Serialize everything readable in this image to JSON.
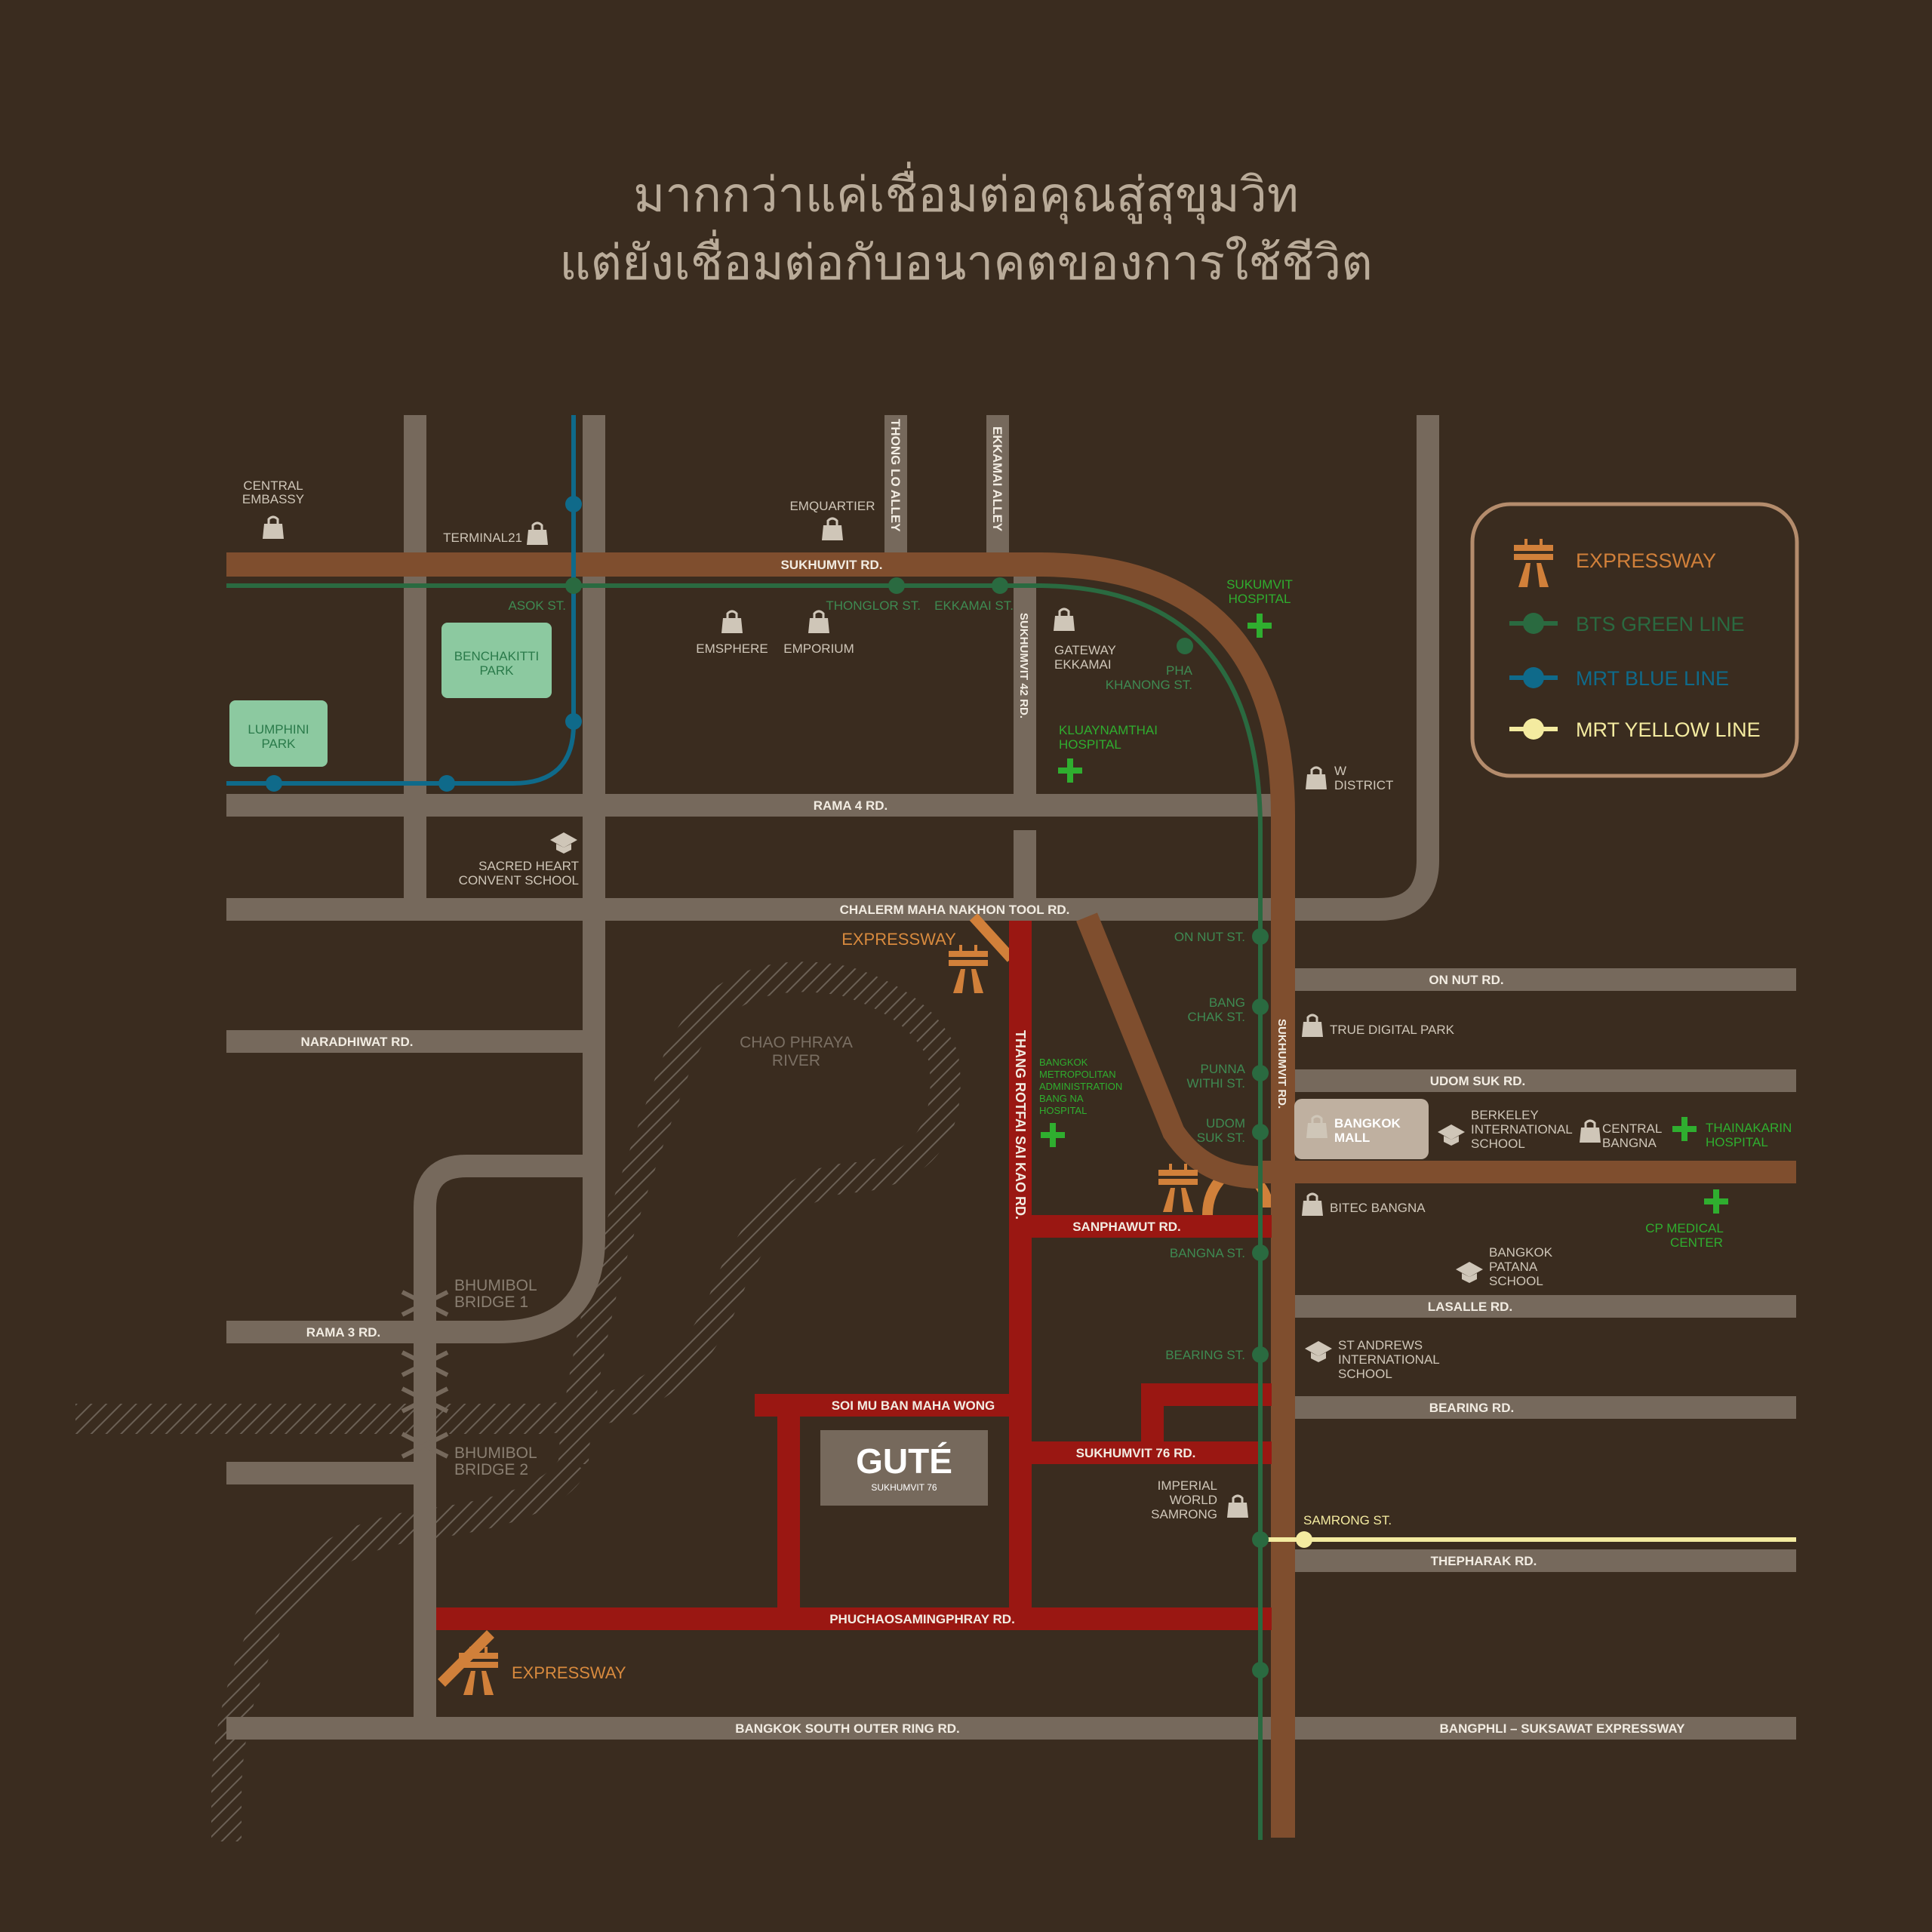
{
  "title": {
    "line1": "มากกว่าแค่เชื่อมต่อคุณสู่สุขุมวิท",
    "line2": "แต่ยังเชื่อมต่อกับอนาคตของการใช้ชีวิต"
  },
  "colors": {
    "background": "#3a2c1f",
    "road": "#76695c",
    "sukhumvit_road": "#7f4e2e",
    "local_road": "#9a1712",
    "bts_green": "#2a6a40",
    "mrt_blue": "#0f6a8a",
    "mrt_yellow": "#f4eba0",
    "expressway": "#d1803a",
    "hospital": "#2fae2f",
    "park": "#8cc9a0"
  },
  "legend": {
    "expressway": "EXPRESSWAY",
    "bts": "BTS GREEN LINE",
    "mrt_blue": "MRT BLUE LINE",
    "mrt_yellow": "MRT YELLOW LINE"
  },
  "roads": {
    "sukhumvit_top": "SUKHUMVIT RD.",
    "thonglo": "THONG LO ALLEY",
    "ekkamai": "EKKAMAI ALLEY",
    "soi42": "SUKHUMVIT 42 RD.",
    "rama4": "RAMA 4 RD.",
    "chalerm": "CHALERM MAHA NAKHON TOOL RD.",
    "naradhiwat": "NARADHIWAT RD.",
    "rama3": "RAMA 3 RD.",
    "thang_rotfai": "THANG ROTFAI SAI KAO RD.",
    "sanphawut": "SANPHAWUT RD.",
    "soi_mu_ban": "SOI MU BAN MAHA WONG",
    "soi76": "SUKHUMVIT 76 RD.",
    "phuchao": "PHUCHAOSAMINGPHRAY RD.",
    "outer_ring": "BANGKOK SOUTH OUTER RING RD.",
    "bangphli": "BANGPHLI – SUKSAWAT EXPRESSWAY",
    "on_nut": "ON NUT RD.",
    "udom_suk": "UDOM SUK RD.",
    "lasalle": "LASALLE RD.",
    "bearing": "BEARING RD.",
    "thepharak": "THEPHARAK RD.",
    "sukhumvit_vertical": "SUKHUMVIT RD."
  },
  "stations": {
    "asok": "ASOK ST.",
    "thonglor": "THONGLOR ST.",
    "ekkamai": "EKKAMAI ST.",
    "phrakhanong_1": "PHA",
    "phrakhanong_2": "KHANONG ST.",
    "on_nut": "ON NUT ST.",
    "bangchak_1": "BANG",
    "bangchak_2": "CHAK ST.",
    "punnawithi_1": "PUNNA",
    "punnawithi_2": "WITHI ST.",
    "udomsuk_1": "UDOM",
    "udomsuk_2": "SUK ST.",
    "bangna": "BANGNA ST.",
    "bearing": "BEARING ST.",
    "samrong": "SAMRONG ST."
  },
  "places": {
    "central_embassy_1": "CENTRAL",
    "central_embassy_2": "EMBASSY",
    "terminal21": "TERMINAL21",
    "emquartier": "EMQUARTIER",
    "emsphere": "EMSPHERE",
    "emporium": "EMPORIUM",
    "gateway_1": "GATEWAY",
    "gateway_2": "EKKAMAI",
    "w_district_1": "W",
    "w_district_2": "DISTRICT",
    "sacred_heart_1": "SACRED HEART",
    "sacred_heart_2": "CONVENT SCHOOL",
    "true_digital": "TRUE DIGITAL PARK",
    "bangkok_mall_1": "BANGKOK",
    "bangkok_mall_2": "MALL",
    "berkeley_1": "BERKELEY",
    "berkeley_2": "INTERNATIONAL",
    "berkeley_3": "SCHOOL",
    "central_bangna_1": "CENTRAL",
    "central_bangna_2": "BANGNA",
    "bitec": "BITEC BANGNA",
    "patana_1": "BANGKOK",
    "patana_2": "PATANA",
    "patana_3": "SCHOOL",
    "st_andrews_1": "ST ANDREWS",
    "st_andrews_2": "INTERNATIONAL",
    "st_andrews_3": "SCHOOL",
    "imperial_1": "IMPERIAL",
    "imperial_2": "WORLD",
    "imperial_3": "SAMRONG",
    "benchakitti_1": "BENCHAKITTI",
    "benchakitti_2": "PARK",
    "lumphini_1": "LUMPHINI",
    "lumphini_2": "PARK"
  },
  "hospitals": {
    "sukumvit_1": "SUKUMVIT",
    "sukumvit_2": "HOSPITAL",
    "kluay_1": "KLUAYNAMTHAI",
    "kluay_2": "HOSPITAL",
    "bma_1": "BANGKOK",
    "bma_2": "METROPOLITAN",
    "bma_3": "ADMINISTRATION",
    "bma_4": "BANG NA",
    "bma_5": "HOSPITAL",
    "thainakarin_1": "THAINAKARIN",
    "thainakarin_2": "HOSPITAL",
    "cp_1": "CP MEDICAL",
    "cp_2": "CENTER"
  },
  "features": {
    "river_1": "CHAO PHRAYA",
    "river_2": "RIVER",
    "bridge1_1": "BHUMIBOL",
    "bridge1_2": "BRIDGE 1",
    "bridge2_1": "BHUMIBOL",
    "bridge2_2": "BRIDGE 2",
    "expressway": "EXPRESSWAY"
  },
  "project": {
    "name": "GUTÉ",
    "sub": "SUKHUMVIT 76"
  }
}
